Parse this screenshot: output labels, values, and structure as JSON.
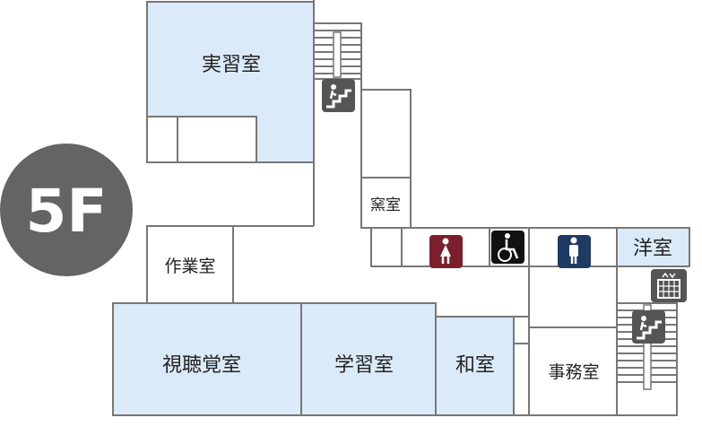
{
  "floor": {
    "label": "5F"
  },
  "rooms": {
    "jisshu": "実習室",
    "kama": "窯室",
    "sagyo": "作業室",
    "shichokaku": "視聴覚室",
    "gakushu": "学習室",
    "washitsu": "和室",
    "jimu": "事務室",
    "youshitsu": "洋室"
  },
  "icons": [
    "stairs-up-icon",
    "female-restroom-icon",
    "accessible-restroom-icon",
    "male-restroom-icon",
    "elevator-icon",
    "stairs-down-icon"
  ],
  "colors": {
    "room_fill": "#dbeaf8",
    "wall": "#777777",
    "floor_badge": "#646464",
    "female": "#7a1f2b",
    "male": "#1f3a63",
    "accessible": "#111111",
    "stairs_icon": "#555555"
  }
}
